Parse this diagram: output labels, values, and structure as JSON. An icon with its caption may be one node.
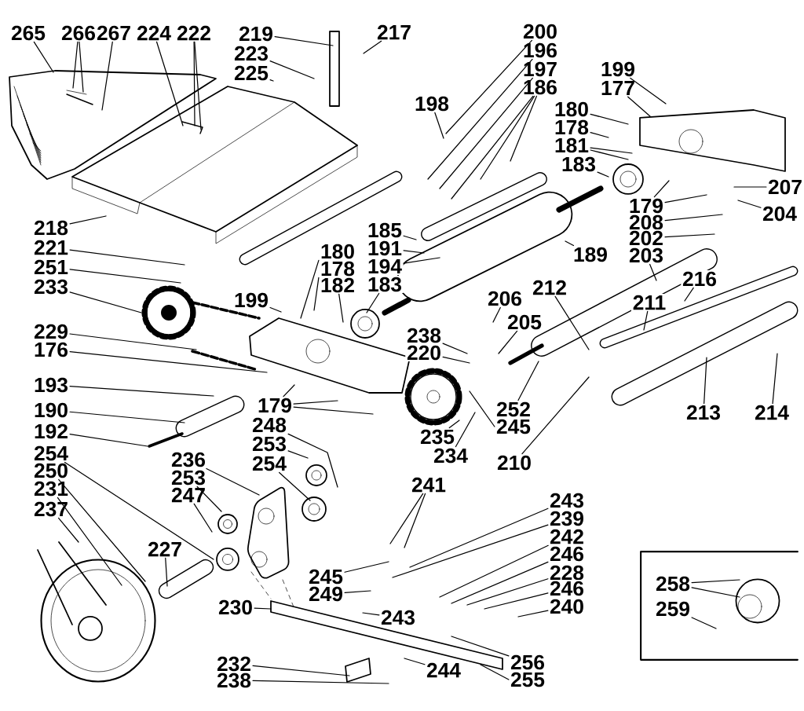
{
  "diagram": {
    "nodes": [
      {
        "text": [
          "265"
        ]
      },
      {
        "text": [
          "266"
        ]
      },
      {
        "text": [
          "267"
        ]
      },
      {
        "text": [
          "224"
        ]
      },
      {
        "text": [
          "222"
        ]
      },
      {
        "text": [
          "219"
        ]
      },
      {
        "text": [
          "217"
        ]
      },
      {
        "text": [
          "200"
        ]
      },
      {
        "text": [
          "223"
        ]
      },
      {
        "text": [
          "196"
        ]
      },
      {
        "text": [
          "197"
        ]
      },
      {
        "text": [
          "225"
        ]
      },
      {
        "text": [
          "199"
        ]
      },
      {
        "text": [
          "186"
        ]
      },
      {
        "text": [
          "177"
        ]
      },
      {
        "text": [
          "198"
        ]
      },
      {
        "text": [
          "180"
        ]
      },
      {
        "text": [
          "178"
        ]
      },
      {
        "text": [
          "181"
        ]
      },
      {
        "text": [
          "183"
        ]
      },
      {
        "text": [
          "207"
        ]
      },
      {
        "text": [
          "179"
        ]
      },
      {
        "text": [
          "204"
        ]
      },
      {
        "text": [
          "208"
        ]
      },
      {
        "text": [
          "218"
        ]
      },
      {
        "text": [
          "185"
        ]
      },
      {
        "text": [
          "202"
        ]
      },
      {
        "text": [
          "221"
        ]
      },
      {
        "text": [
          "191"
        ]
      },
      {
        "text": [
          "180"
        ]
      },
      {
        "text": [
          "189"
        ]
      },
      {
        "text": [
          "203"
        ]
      },
      {
        "text": [
          "194"
        ]
      },
      {
        "text": [
          "251"
        ]
      },
      {
        "text": [
          "178"
        ]
      },
      {
        "text": [
          "216"
        ]
      },
      {
        "text": [
          "183"
        ]
      },
      {
        "text": [
          "182"
        ]
      },
      {
        "text": [
          "233"
        ]
      },
      {
        "text": [
          "212"
        ]
      },
      {
        "text": [
          "206"
        ]
      },
      {
        "text": [
          "199"
        ]
      },
      {
        "text": [
          "211"
        ]
      },
      {
        "text": [
          "205"
        ]
      },
      {
        "text": [
          "229"
        ]
      },
      {
        "text": [
          "238"
        ]
      },
      {
        "text": [
          "176"
        ]
      },
      {
        "text": [
          "220"
        ]
      },
      {
        "text": [
          "193"
        ]
      },
      {
        "text": [
          "179"
        ]
      },
      {
        "text": [
          "190"
        ]
      },
      {
        "text": [
          "252"
        ]
      },
      {
        "text": [
          "213"
        ]
      },
      {
        "text": [
          "214"
        ]
      },
      {
        "text": [
          "248"
        ]
      },
      {
        "text": [
          "245"
        ]
      },
      {
        "text": [
          "192"
        ]
      },
      {
        "text": [
          "235"
        ]
      },
      {
        "text": [
          "253"
        ]
      },
      {
        "text": [
          "254"
        ]
      },
      {
        "text": [
          "234"
        ]
      },
      {
        "text": [
          "236"
        ]
      },
      {
        "text": [
          "210"
        ]
      },
      {
        "text": [
          "254"
        ]
      },
      {
        "text": [
          "250"
        ]
      },
      {
        "text": [
          "253"
        ]
      },
      {
        "text": [
          "241"
        ]
      },
      {
        "text": [
          "231"
        ]
      },
      {
        "text": [
          "247"
        ]
      },
      {
        "text": [
          "243"
        ]
      },
      {
        "text": [
          "237"
        ]
      },
      {
        "text": [
          "239"
        ]
      },
      {
        "text": [
          "242"
        ]
      },
      {
        "text": [
          "227"
        ]
      },
      {
        "text": [
          "246"
        ]
      },
      {
        "text": [
          "228"
        ]
      },
      {
        "text": [
          "245"
        ]
      },
      {
        "text": [
          "246"
        ]
      },
      {
        "text": [
          "249"
        ]
      },
      {
        "text": [
          "240"
        ]
      },
      {
        "text": [
          "230"
        ]
      },
      {
        "text": [
          "243"
        ]
      },
      {
        "text": [
          "256"
        ]
      },
      {
        "text": [
          "232"
        ]
      },
      {
        "text": [
          "244"
        ]
      },
      {
        "text": [
          "255"
        ]
      },
      {
        "text": [
          "238"
        ]
      },
      {
        "text": [],
        "shape": "box"
      },
      {
        "text": [
          "258"
        ],
        "in": 87
      },
      {
        "text": [
          "259"
        ],
        "in": 87
      }
    ],
    "edges": [
      {
        "from": 0,
        "to": null,
        "arrow": "none"
      },
      {
        "from": 1,
        "to": null,
        "arrow": "none"
      },
      {
        "from": 1,
        "to": null,
        "arrow": "none"
      },
      {
        "from": 2,
        "to": null,
        "arrow": "none"
      },
      {
        "from": 3,
        "to": null,
        "arrow": "none"
      },
      {
        "from": 4,
        "to": null,
        "arrow": "none"
      },
      {
        "from": 4,
        "to": null,
        "arrow": "none"
      },
      {
        "from": 5,
        "to": null,
        "arrow": "none"
      },
      {
        "from": 6,
        "to": null,
        "arrow": "none"
      },
      {
        "from": 7,
        "to": null,
        "arrow": "none"
      },
      {
        "from": 8,
        "to": null,
        "arrow": "none"
      },
      {
        "from": 9,
        "to": null,
        "arrow": "none"
      },
      {
        "from": 10,
        "to": null,
        "arrow": "none"
      },
      {
        "from": 11,
        "to": null,
        "arrow": "none"
      },
      {
        "from": 12,
        "to": null,
        "arrow": "none"
      },
      {
        "from": 13,
        "to": null,
        "arrow": "none"
      },
      {
        "from": 13,
        "to": null,
        "arrow": "none"
      },
      {
        "from": 13,
        "to": null,
        "arrow": "none"
      },
      {
        "from": 14,
        "to": null,
        "arrow": "none"
      },
      {
        "from": 15,
        "to": null,
        "arrow": "none"
      },
      {
        "from": 16,
        "to": null,
        "arrow": "none"
      },
      {
        "from": 17,
        "to": null,
        "arrow": "none"
      },
      {
        "from": 18,
        "to": null,
        "arrow": "none"
      },
      {
        "from": 18,
        "to": null,
        "arrow": "none"
      },
      {
        "from": 19,
        "to": null,
        "arrow": "none"
      },
      {
        "from": 20,
        "to": null,
        "arrow": "none"
      },
      {
        "from": 21,
        "to": null,
        "arrow": "none"
      },
      {
        "from": 21,
        "to": null,
        "arrow": "none"
      },
      {
        "from": 22,
        "to": null,
        "arrow": "none"
      },
      {
        "from": 23,
        "to": null,
        "arrow": "none"
      },
      {
        "from": 24,
        "to": null,
        "arrow": "none"
      },
      {
        "from": 25,
        "to": null,
        "arrow": "none"
      },
      {
        "from": 26,
        "to": null,
        "arrow": "none"
      },
      {
        "from": 27,
        "to": null,
        "arrow": "none"
      },
      {
        "from": 28,
        "to": null,
        "arrow": "none"
      },
      {
        "from": 29,
        "to": null,
        "arrow": "none"
      },
      {
        "from": 30,
        "to": null,
        "arrow": "none"
      },
      {
        "from": 31,
        "to": null,
        "arrow": "none"
      },
      {
        "from": 32,
        "to": null,
        "arrow": "none"
      },
      {
        "from": 33,
        "to": null,
        "arrow": "none"
      },
      {
        "from": 34,
        "to": null,
        "arrow": "none"
      },
      {
        "from": 35,
        "to": null,
        "arrow": "none"
      },
      {
        "from": 36,
        "to": null,
        "arrow": "none"
      },
      {
        "from": 37,
        "to": null,
        "arrow": "none"
      },
      {
        "from": 38,
        "to": null,
        "arrow": "none"
      },
      {
        "from": 39,
        "to": null,
        "arrow": "none"
      },
      {
        "from": 40,
        "to": null,
        "arrow": "none"
      },
      {
        "from": 41,
        "to": null,
        "arrow": "none"
      },
      {
        "from": 42,
        "to": null,
        "arrow": "none"
      },
      {
        "from": 43,
        "to": null,
        "arrow": "none"
      },
      {
        "from": 44,
        "to": null,
        "arrow": "none"
      },
      {
        "from": 45,
        "to": null,
        "arrow": "none"
      },
      {
        "from": 46,
        "to": null,
        "arrow": "none"
      },
      {
        "from": 47,
        "to": null,
        "arrow": "none"
      },
      {
        "from": 48,
        "to": null,
        "arrow": "none"
      },
      {
        "from": 49,
        "to": null,
        "arrow": "none"
      },
      {
        "from": 49,
        "to": null,
        "arrow": "none"
      },
      {
        "from": 49,
        "to": null,
        "arrow": "none"
      },
      {
        "from": 50,
        "to": null,
        "arrow": "none"
      },
      {
        "from": 51,
        "to": null,
        "arrow": "none"
      },
      {
        "from": 52,
        "to": null,
        "arrow": "none"
      },
      {
        "from": 53,
        "to": null,
        "arrow": "none"
      },
      {
        "from": 54,
        "to": null,
        "arrow": "none"
      },
      {
        "from": 55,
        "to": null,
        "arrow": "none"
      },
      {
        "from": 56,
        "to": null,
        "arrow": "none"
      },
      {
        "from": 57,
        "to": null,
        "arrow": "none"
      },
      {
        "from": 58,
        "to": null,
        "arrow": "none"
      },
      {
        "from": 59,
        "to": null,
        "arrow": "none"
      },
      {
        "from": 60,
        "to": null,
        "arrow": "none"
      },
      {
        "from": 61,
        "to": null,
        "arrow": "none"
      },
      {
        "from": 62,
        "to": null,
        "arrow": "none"
      },
      {
        "from": 63,
        "to": null,
        "arrow": "none"
      },
      {
        "from": 64,
        "to": null,
        "arrow": "none"
      },
      {
        "from": 65,
        "to": null,
        "arrow": "none"
      },
      {
        "from": 66,
        "to": null,
        "arrow": "none"
      },
      {
        "from": 66,
        "to": null,
        "arrow": "none"
      },
      {
        "from": 67,
        "to": null,
        "arrow": "none"
      },
      {
        "from": 68,
        "to": null,
        "arrow": "none"
      },
      {
        "from": 69,
        "to": null,
        "arrow": "none"
      },
      {
        "from": 70,
        "to": null,
        "arrow": "none"
      },
      {
        "from": 71,
        "to": null,
        "arrow": "none"
      },
      {
        "from": 72,
        "to": null,
        "arrow": "none"
      },
      {
        "from": 73,
        "to": null,
        "arrow": "none"
      },
      {
        "from": 74,
        "to": null,
        "arrow": "none"
      },
      {
        "from": 75,
        "to": null,
        "arrow": "none"
      },
      {
        "from": 76,
        "to": null,
        "arrow": "none"
      },
      {
        "from": 77,
        "to": null,
        "arrow": "none"
      },
      {
        "from": 78,
        "to": null,
        "arrow": "none"
      },
      {
        "from": 79,
        "to": null,
        "arrow": "none"
      },
      {
        "from": 80,
        "to": null,
        "arrow": "none"
      },
      {
        "from": 81,
        "to": null,
        "arrow": "none"
      },
      {
        "from": 82,
        "to": null,
        "arrow": "none"
      },
      {
        "from": 83,
        "to": null,
        "arrow": "none"
      },
      {
        "from": 84,
        "to": null,
        "arrow": "none"
      },
      {
        "from": 85,
        "to": null,
        "arrow": "none"
      },
      {
        "from": 86,
        "to": null,
        "arrow": "none"
      },
      {
        "from": 88,
        "to": null,
        "arrow": "none"
      },
      {
        "from": 88,
        "to": null,
        "arrow": "none"
      },
      {
        "from": 89,
        "to": null,
        "arrow": "none"
      }
    ]
  }
}
